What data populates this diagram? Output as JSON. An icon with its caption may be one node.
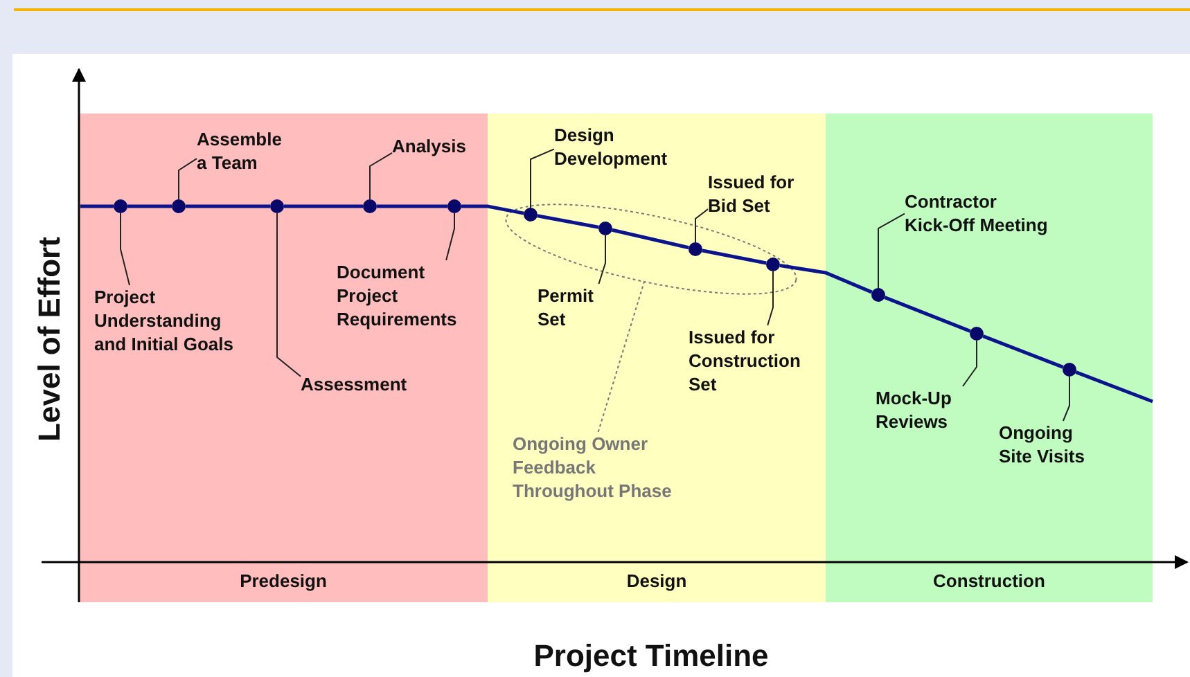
{
  "diagram": {
    "nodes": [
      {
        "text": [
          "Predesign"
        ]
      },
      {
        "text": [
          "Design"
        ]
      },
      {
        "text": [
          "Construction"
        ]
      },
      {
        "text": [
          "Project Understanding and Initial Goals"
        ],
        "in": 0
      },
      {
        "text": [
          "Assemble a Team"
        ],
        "in": 0
      },
      {
        "text": [
          "Assessment"
        ],
        "in": 0
      },
      {
        "text": [
          "Analysis"
        ],
        "in": 0
      },
      {
        "text": [
          "Document Project Requirements"
        ],
        "in": 0
      },
      {
        "text": [
          "Design Development"
        ],
        "in": 1
      },
      {
        "text": [
          "Permit Set"
        ],
        "in": 1
      },
      {
        "text": [
          "Issued for Bid Set"
        ],
        "in": 1
      },
      {
        "text": [
          "Issued for Construction Set"
        ],
        "in": 1
      },
      {
        "text": [
          "Contractor Kick-Off Meeting"
        ],
        "in": 2
      },
      {
        "text": [
          "Mock-Up Reviews"
        ],
        "in": 2
      },
      {
        "text": [
          "Ongoing Site Visits"
        ],
        "in": 2
      },
      {
        "text": [],
        "shape": "circle",
        "in": 0
      },
      {
        "text": [],
        "shape": "circle",
        "in": 0
      },
      {
        "text": [],
        "shape": "circle",
        "in": 0
      },
      {
        "text": [],
        "shape": "circle",
        "in": 0
      },
      {
        "text": [],
        "shape": "circle",
        "in": 0
      },
      {
        "text": [],
        "shape": "circle",
        "in": 27
      },
      {
        "text": [],
        "shape": "circle",
        "in": 27
      },
      {
        "text": [],
        "shape": "circle",
        "in": 27
      },
      {
        "text": [],
        "shape": "circle",
        "in": 27
      },
      {
        "text": [],
        "shape": "circle",
        "in": 2
      },
      {
        "text": [],
        "shape": "circle",
        "in": 2
      },
      {
        "text": [],
        "shape": "circle",
        "in": 2
      },
      {
        "text": [],
        "shape": "ellipse",
        "in": 1
      },
      {
        "text": [
          "Ongoing Owner Feedback Throughout Phase"
        ],
        "in": 1
      }
    ],
    "edges": [
      {
        "from": 3,
        "to": 15,
        "arrow": "none",
        "color": "#222222"
      },
      {
        "from": 4,
        "to": 16,
        "arrow": "none",
        "color": "#222222"
      },
      {
        "from": 5,
        "to": 17,
        "arrow": "none",
        "color": "#222222"
      },
      {
        "from": 6,
        "to": 18,
        "arrow": "none",
        "color": "#222222"
      },
      {
        "from": 7,
        "to": 19,
        "arrow": "none",
        "color": "#222222"
      },
      {
        "from": 8,
        "to": 20,
        "arrow": "none",
        "color": "#222222"
      },
      {
        "from": 9,
        "to": 21,
        "arrow": "none",
        "color": "#222222"
      },
      {
        "from": 10,
        "to": 22,
        "arrow": "none",
        "color": "#222222"
      },
      {
        "from": 11,
        "to": 23,
        "arrow": "none",
        "color": "#222222"
      },
      {
        "from": 12,
        "to": 24,
        "arrow": "none",
        "color": "#222222"
      },
      {
        "from": 13,
        "to": 25,
        "arrow": "none",
        "color": "#222222"
      },
      {
        "from": 14,
        "to": 26,
        "arrow": "none",
        "color": "#222222"
      },
      {
        "from": 28,
        "to": 27,
        "arrow": "none",
        "style": "dashed",
        "color": "#777777"
      },
      {
        "from": null,
        "to": 15,
        "arrow": "none",
        "style": "thick",
        "color": "#0b148c"
      },
      {
        "from": 15,
        "to": 16,
        "arrow": "none",
        "style": "thick",
        "color": "#0b148c"
      },
      {
        "from": 16,
        "to": 17,
        "arrow": "none",
        "style": "thick",
        "color": "#0b148c"
      },
      {
        "from": 17,
        "to": 18,
        "arrow": "none",
        "style": "thick",
        "color": "#0b148c"
      },
      {
        "from": 18,
        "to": 19,
        "arrow": "none",
        "style": "thick",
        "color": "#0b148c"
      },
      {
        "from": 19,
        "to": 20,
        "arrow": "none",
        "style": "thick",
        "color": "#0b148c"
      },
      {
        "from": 20,
        "to": 21,
        "arrow": "none",
        "style": "thick",
        "color": "#0b148c"
      },
      {
        "from": 21,
        "to": 22,
        "arrow": "none",
        "style": "thick",
        "color": "#0b148c"
      },
      {
        "from": 22,
        "to": 23,
        "arrow": "none",
        "style": "thick",
        "color": "#0b148c"
      },
      {
        "from": 23,
        "to": 24,
        "arrow": "none",
        "style": "thick",
        "color": "#0b148c"
      },
      {
        "from": 24,
        "to": 25,
        "arrow": "none",
        "style": "thick",
        "color": "#0b148c"
      },
      {
        "from": 25,
        "to": 26,
        "arrow": "none",
        "style": "thick",
        "color": "#0b148c"
      },
      {
        "from": 26,
        "to": null,
        "arrow": "none",
        "style": "thick",
        "color": "#0b148c"
      }
    ],
    "labels": [
      "Level of Effort",
      "Project Timeline"
    ]
  }
}
